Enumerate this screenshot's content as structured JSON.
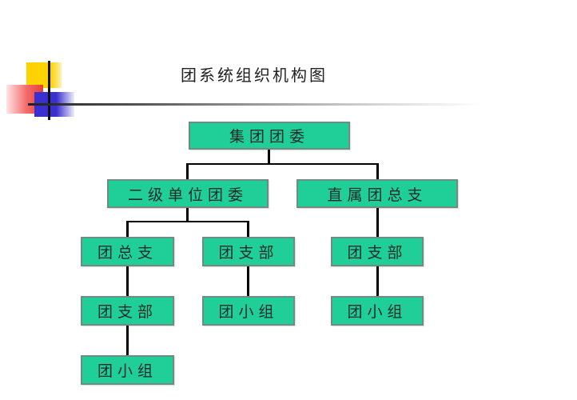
{
  "title": "团系统组织机构图",
  "colors": {
    "node_fill": "#1fcf97",
    "node_border": "#6e8c82",
    "connector": "#000000",
    "deco_yellow": "#ffd200",
    "deco_red": "#e84030",
    "deco_blue": "#3a2fd0"
  },
  "org_chart": {
    "root": {
      "label": "集团团委",
      "children": [
        {
          "label": "二级单位团委",
          "children": [
            {
              "label": "团总支",
              "children": [
                {
                  "label": "团支部",
                  "children": [
                    {
                      "label": "团小组"
                    }
                  ]
                }
              ]
            },
            {
              "label": "团支部",
              "children": [
                {
                  "label": "团小组"
                }
              ]
            }
          ]
        },
        {
          "label": "直属团总支",
          "children": [
            {
              "label": "团支部",
              "children": [
                {
                  "label": "团小组"
                }
              ]
            }
          ]
        }
      ]
    }
  },
  "nodes": {
    "root": "集团团委",
    "l2_left": "二级单位团委",
    "l2_right": "直属团总支",
    "l3_a": "团总支",
    "l3_b": "团支部",
    "l3_c": "团支部",
    "l4_a": "团支部",
    "l4_b": "团小组",
    "l4_c": "团小组",
    "l5_a": "团小组"
  }
}
